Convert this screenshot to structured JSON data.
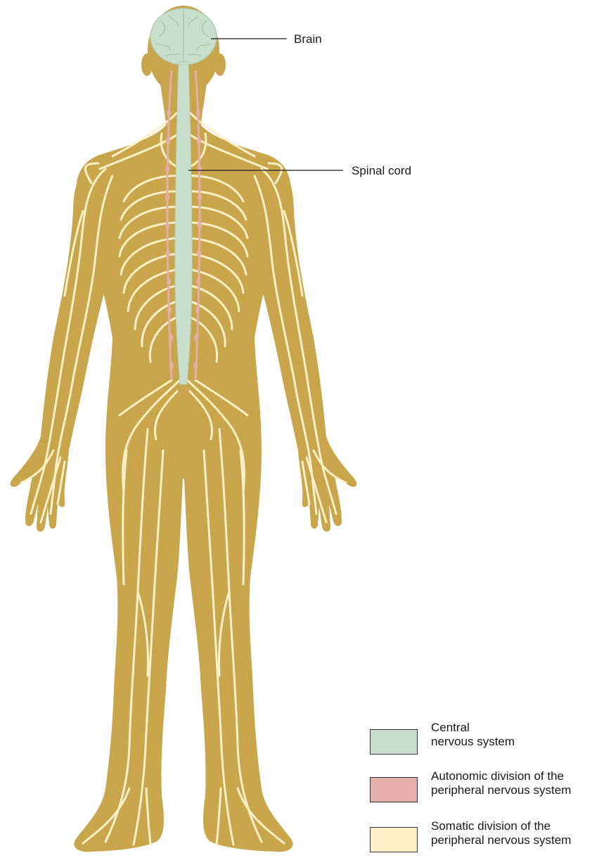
{
  "labels": {
    "brain": "Brain",
    "spinal_cord": "Spinal cord"
  },
  "legend": [
    {
      "line1": "Central",
      "line2": "nervous system",
      "color": "#c8dfcb"
    },
    {
      "line1": "Autonomic division of the",
      "line2": "peripheral nervous system",
      "color": "#e5aeab"
    },
    {
      "line1": "Somatic division of the",
      "line2": "peripheral nervous system",
      "color": "#fdf0c7"
    }
  ],
  "colors": {
    "body": "#c9a64c",
    "central": "#c8dfcb",
    "autonomic": "#e5aeab",
    "somatic": "#fdf0c7"
  }
}
